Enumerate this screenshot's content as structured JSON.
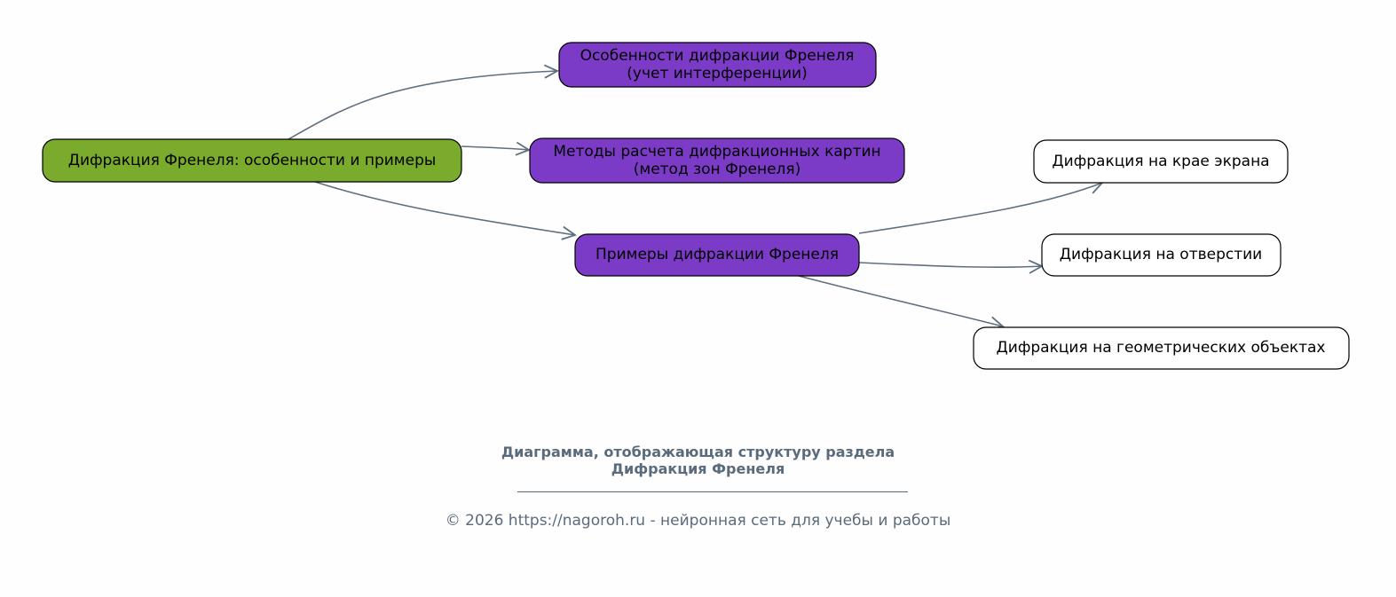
{
  "diagram": {
    "root": {
      "label": "Дифракция Френеля: особенности и примеры"
    },
    "features": {
      "line1": "Особенности дифракции Френеля",
      "line2": "(учет интерференции)"
    },
    "methods": {
      "line1": "Методы расчета дифракционных картин",
      "line2": "(метод зон Френеля)"
    },
    "examples": {
      "label": "Примеры дифракции Френеля"
    },
    "edge": {
      "label": "Дифракция на крае экрана"
    },
    "aperture": {
      "label": "Дифракция на отверстии"
    },
    "objects": {
      "label": "Дифракция на геометрических объектах"
    }
  },
  "caption": {
    "line1": "Диаграмма, отображающая структуру раздела",
    "line2": "Дифракция Френеля",
    "footer": "© 2026 https://nagoroh.ru - нейронная сеть для учебы и работы"
  },
  "colors": {
    "root_fill": "#7aab2c",
    "branch_fill": "#7b3bc7",
    "leaf_fill": "#ffffff",
    "edge_stroke": "#5f6f7f",
    "caption_text": "#5a6b7c"
  }
}
